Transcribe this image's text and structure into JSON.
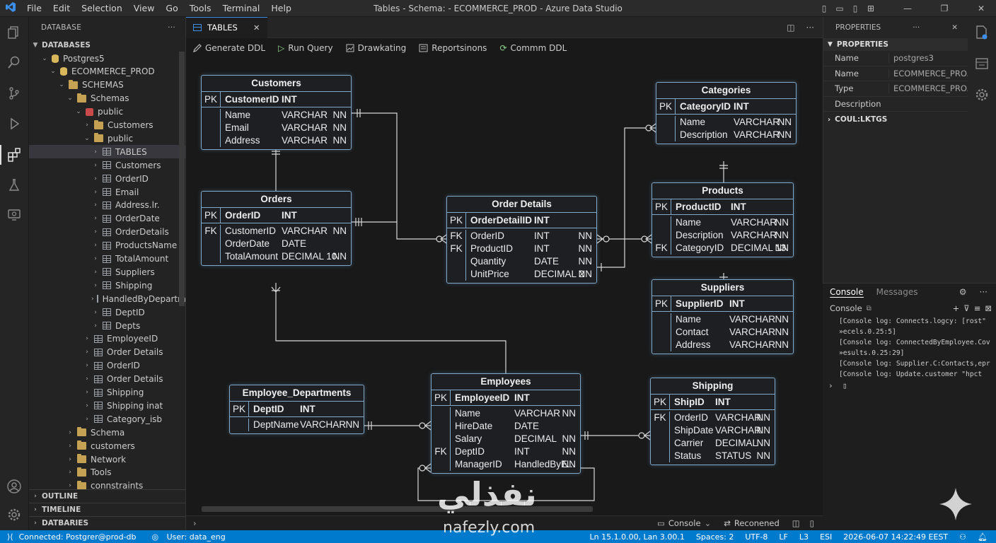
{
  "window": {
    "title": "Tables - Schema: - ECOMMERCE_PROD - Azure Data Studio"
  },
  "menu": [
    "File",
    "Edit",
    "Selection",
    "View",
    "Go",
    "Tools",
    "Terminal",
    "Help"
  ],
  "sidebar": {
    "header": "DATABASE",
    "section": "DATABASES",
    "tree": [
      {
        "label": "Postgres5",
        "icon": "database-icon",
        "indent": 1,
        "chev": "v"
      },
      {
        "label": "ECOMMERCE_PROD",
        "icon": "database-icon",
        "indent": 2,
        "chev": "v"
      },
      {
        "label": "SCHEMAS",
        "icon": "folder-icon",
        "indent": 3,
        "chev": "v"
      },
      {
        "label": "Schemas",
        "icon": "folder-icon",
        "indent": 4,
        "chev": "v"
      },
      {
        "label": "public",
        "icon": "schema-icon",
        "indent": 5,
        "chev": "v"
      },
      {
        "label": "Customers",
        "icon": "folder-icon",
        "indent": 6,
        "chev": ">"
      },
      {
        "label": "public",
        "icon": "folder-icon",
        "indent": 6,
        "chev": "v"
      },
      {
        "label": "TABLES",
        "icon": "table-icon",
        "indent": 7,
        "chev": ">",
        "selected": true
      },
      {
        "label": "Customers",
        "icon": "table-icon",
        "indent": 7,
        "chev": ">"
      },
      {
        "label": "OrderID",
        "icon": "table-icon",
        "indent": 7,
        "chev": ">"
      },
      {
        "label": "Email",
        "icon": "table-icon",
        "indent": 7,
        "chev": ">"
      },
      {
        "label": "Address.lr.",
        "icon": "table-icon",
        "indent": 7,
        "chev": ">"
      },
      {
        "label": "OrderDate",
        "icon": "table-icon",
        "indent": 7,
        "chev": ">"
      },
      {
        "label": "OrderDetails",
        "icon": "table-icon",
        "indent": 7,
        "chev": ">"
      },
      {
        "label": "ProductsName",
        "icon": "table-icon",
        "indent": 7,
        "chev": ">"
      },
      {
        "label": "TotalAmount",
        "icon": "table-icon",
        "indent": 7,
        "chev": ">"
      },
      {
        "label": "Suppliers",
        "icon": "table-icon",
        "indent": 7,
        "chev": ">"
      },
      {
        "label": "Shipping",
        "icon": "table-icon",
        "indent": 7,
        "chev": ">"
      },
      {
        "label": "HandledByDepartments",
        "icon": "table-icon",
        "indent": 7,
        "chev": ">"
      },
      {
        "label": "DeptID",
        "icon": "table-icon",
        "indent": 7,
        "chev": ">"
      },
      {
        "label": "Depts",
        "icon": "table-icon",
        "indent": 7,
        "chev": ">"
      },
      {
        "label": "EmployeeID",
        "icon": "table-icon",
        "indent": 6,
        "chev": ">"
      },
      {
        "label": "Order Details",
        "icon": "table-icon",
        "indent": 6,
        "chev": ">"
      },
      {
        "label": "OrderID",
        "icon": "table-icon",
        "indent": 6,
        "chev": ">"
      },
      {
        "label": "Order Details",
        "icon": "table-icon",
        "indent": 6,
        "chev": ">"
      },
      {
        "label": "Shipping",
        "icon": "table-icon",
        "indent": 6,
        "chev": ">"
      },
      {
        "label": "Shipping inat",
        "icon": "table-icon",
        "indent": 6,
        "chev": ">"
      },
      {
        "label": "Category_isb",
        "icon": "table-icon",
        "indent": 6,
        "chev": ">"
      },
      {
        "label": "Schema",
        "icon": "folder-icon",
        "indent": 4,
        "chev": ">"
      },
      {
        "label": "customers",
        "icon": "folder-icon",
        "indent": 4,
        "chev": ">"
      },
      {
        "label": "Network",
        "icon": "folder-icon",
        "indent": 4,
        "chev": ">"
      },
      {
        "label": "Tools",
        "icon": "folder-icon",
        "indent": 4,
        "chev": ">"
      },
      {
        "label": "connstraints",
        "icon": "folder-icon",
        "indent": 4,
        "chev": ">"
      }
    ],
    "sections": [
      "OUTLINE",
      "TIMELINE",
      "DATBARIES"
    ]
  },
  "editor": {
    "tab": "TABLES",
    "toolbar": [
      "Generate DDL",
      "Run Query",
      "Drawkating",
      "Reportsinons",
      "Commm DDL"
    ],
    "bottom": {
      "console": "Console",
      "reconnect": "Reconened"
    }
  },
  "entities": {
    "customers": {
      "title": "Customers",
      "pk": {
        "k": "PK",
        "n": "CustomerID",
        "t": "INT"
      },
      "rows": [
        {
          "k": "",
          "n": "Name",
          "t": "VARCHAR",
          "nn": "NN"
        },
        {
          "k": "",
          "n": "Email",
          "t": "VARCHAR",
          "nn": "NN"
        },
        {
          "k": "",
          "n": "Address",
          "t": "VARCHAR",
          "nn": "NN"
        }
      ]
    },
    "orders": {
      "title": "Orders",
      "pk": {
        "k": "PK",
        "n": "OrderID",
        "t": "INT"
      },
      "rows": [
        {
          "k": "FK",
          "n": "CustomerID",
          "t": "VARCHAR",
          "nn": "NN"
        },
        {
          "k": "",
          "n": "OrderDate",
          "t": "DATE",
          "nn": ""
        },
        {
          "k": "",
          "n": "TotalAmount",
          "t": "DECIMAL 10",
          "nn": "NN"
        }
      ]
    },
    "order_details": {
      "title": "Order Details",
      "pk": {
        "k": "PK",
        "n": "OrderDetailID",
        "t": "INT"
      },
      "rows": [
        {
          "k": "FK",
          "n": "OrderID",
          "t": "INT",
          "nn": "NN"
        },
        {
          "k": "FK",
          "n": "ProductID",
          "t": "INT",
          "nn": "NN"
        },
        {
          "k": "",
          "n": "Quantity",
          "t": "DATE",
          "nn": "NN"
        },
        {
          "k": "",
          "n": "UnitPrice",
          "t": "DECIMAL 2",
          "nn": "NN"
        }
      ]
    },
    "categories": {
      "title": "Categories",
      "pk": {
        "k": "PK",
        "n": "CategoryID",
        "t": "INT"
      },
      "rows": [
        {
          "k": "",
          "n": "Name",
          "t": "VARCHAR",
          "nn": "NN"
        },
        {
          "k": "",
          "n": "Description",
          "t": "VARCHAR",
          "nn": "NN"
        }
      ]
    },
    "products": {
      "title": "Products",
      "pk": {
        "k": "PK",
        "n": "ProductID",
        "t": "INT"
      },
      "rows": [
        {
          "k": "",
          "n": "Name",
          "t": "VARCHAR",
          "nn": "NN"
        },
        {
          "k": "",
          "n": "Description",
          "t": "VARCHAR",
          "nn": "NN"
        },
        {
          "k": "FK",
          "n": "CategoryID",
          "t": "DECIMAL 13",
          "nn": "NN"
        }
      ]
    },
    "suppliers": {
      "title": "Suppliers",
      "pk": {
        "k": "PK",
        "n": "SupplierID",
        "t": "INT"
      },
      "rows": [
        {
          "k": "",
          "n": "Name",
          "t": "VARCHAR",
          "nn": "NN"
        },
        {
          "k": "",
          "n": "Contact",
          "t": "VARCHAR",
          "nn": "NN"
        },
        {
          "k": "",
          "n": "Address",
          "t": "VARCHAR",
          "nn": "NN"
        }
      ]
    },
    "employee_departments": {
      "title": "Employee_Departments",
      "pk": {
        "k": "PK",
        "n": "DeptID",
        "t": "INT"
      },
      "rows": [
        {
          "k": "",
          "n": "DeptName",
          "t": "VARCHAR",
          "nn": "NN"
        }
      ]
    },
    "employees": {
      "title": "Employees",
      "pk": {
        "k": "PK",
        "n": "EmployeeID",
        "t": "INT"
      },
      "rows": [
        {
          "k": "",
          "n": "Name",
          "t": "VARCHAR",
          "nn": "NN"
        },
        {
          "k": "",
          "n": "HireDate",
          "t": "DATE",
          "nn": ""
        },
        {
          "k": "",
          "n": "Salary",
          "t": "DECIMAL",
          "nn": "NN"
        },
        {
          "k": "FK",
          "n": "DeptID",
          "t": "INT",
          "nn": "NN"
        },
        {
          "k": "",
          "n": "ManagerID",
          "t": "HandledByE...",
          "nn": "NN"
        }
      ]
    },
    "shipping": {
      "title": "Shipping",
      "pk": {
        "k": "PK",
        "n": "ShipID",
        "t": "INT"
      },
      "rows": [
        {
          "k": "FK",
          "n": "OrderID",
          "t": "VARCHAR",
          "nn": "NN"
        },
        {
          "k": "",
          "n": "ShipDate",
          "t": "VARCHAR",
          "nn": "NN"
        },
        {
          "k": "",
          "n": "Carrier",
          "t": "DECIMAL",
          "nn": "NN"
        },
        {
          "k": "",
          "n": "Status",
          "t": "STATUS",
          "nn": "NN"
        }
      ]
    }
  },
  "properties": {
    "header": "PROPERTIES",
    "section": "PROPERTIES",
    "rows": [
      {
        "name": "Name",
        "value": "postgres3"
      },
      {
        "name": "Name",
        "value": "ECOMMERCE_PRO..."
      },
      {
        "name": "Type",
        "value": "ECOMMERCE_PRO..."
      },
      {
        "name": "Description",
        "value": ""
      }
    ],
    "collapsed": "COUL:LKTGS"
  },
  "console": {
    "tabs": [
      "Console",
      "Messages"
    ],
    "title": "Console",
    "lines": [
      "[Console log: Connects.logcy: [rost\"",
      "»ecels.0.25:5]",
      "[Console log: ConnectedByEmployee.Cov",
      "»esults.0.25:29]",
      "[Console log: Supplier.C:Contacts,epr",
      "[Console log: Update.customer \"hpct"
    ]
  },
  "statusbar": {
    "connection": "Connected: Postgrer@prod-db",
    "user": "User: data_eng",
    "position": "Ln 15.1.0.00, Lan 3.00.1",
    "spaces": "Spaces: 2",
    "encoding": "UTF-8",
    "eol": "LF",
    "l3": "L3",
    "esi": "ESI",
    "datetime": "2026-06-07 14:22:49 EEST"
  },
  "watermark": {
    "arabic": "نفذلي",
    "latin": "nafezly.com"
  }
}
